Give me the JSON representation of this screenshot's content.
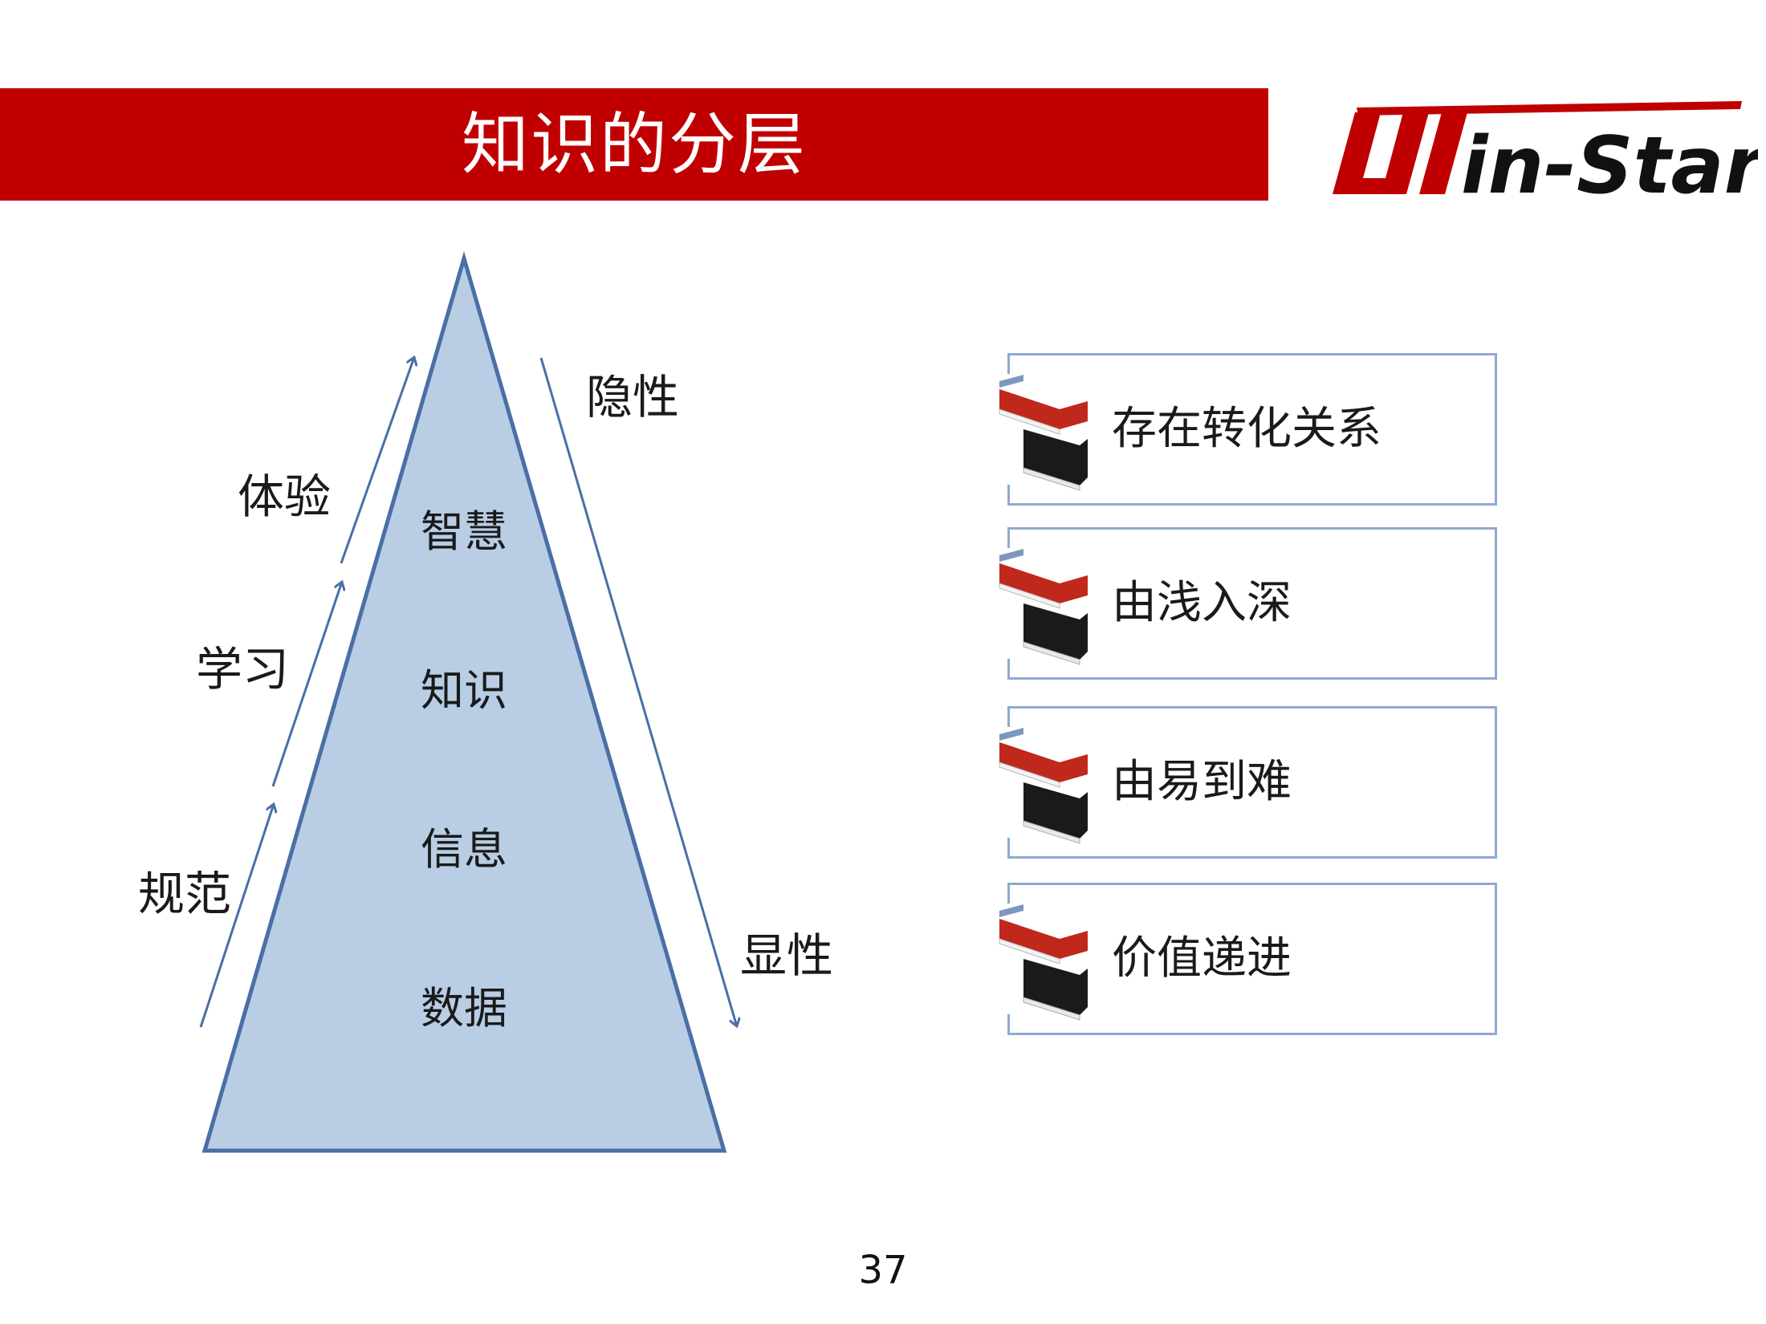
{
  "header": {
    "title": "知识的分层",
    "logo_text": "Win-Star",
    "bar_color": "#c00000"
  },
  "pyramid": {
    "fill_color": "#b9cde5",
    "stroke_color": "#4a6fa5",
    "levels": [
      "智慧",
      "知识",
      "信息",
      "数据"
    ]
  },
  "left_steps": [
    "规范",
    "学习",
    "体验"
  ],
  "right_axis": {
    "top": "隐性",
    "bottom": "显性"
  },
  "cards": [
    {
      "text": "存在转化关系",
      "icon": "books-icon"
    },
    {
      "text": "由浅入深",
      "icon": "books-icon"
    },
    {
      "text": "由易到难",
      "icon": "books-icon"
    },
    {
      "text": "价值递进",
      "icon": "books-icon"
    }
  ],
  "page_number": "37"
}
